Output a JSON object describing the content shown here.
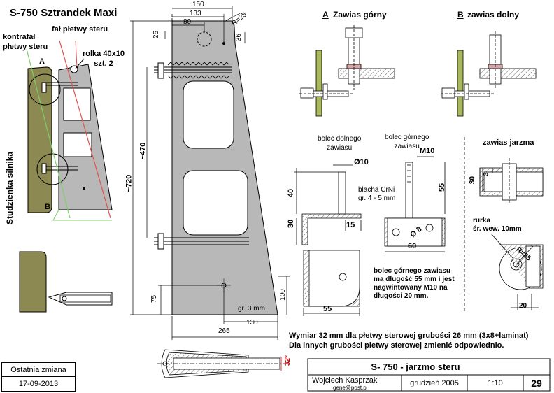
{
  "main_view": {
    "title": "S-750 Sztrandek Maxi",
    "label_kontrafal": "kontrafał\npłetwy steru",
    "label_fal": "fał płetwy steru",
    "label_rolka": "rolka 40x10\nszt. 2",
    "label_a": "A",
    "label_b": "B",
    "label_studzienka": "Studzienka silnika"
  },
  "plate": {
    "dim_150": "150",
    "dim_133": "133",
    "dim_80": "80",
    "dim_r25": "R=25",
    "dim_25": "25",
    "dim_36": "36",
    "dim_470": "~470",
    "dim_720": "~720",
    "dim_75": "75",
    "dim_100": "100",
    "dim_130": "130",
    "dim_265": "265",
    "thickness": "gr. 3 mm"
  },
  "hinges": {
    "upper_title_letter": "A",
    "upper_title": "Zawias górny",
    "lower_title_letter": "B",
    "lower_title": "zawias dolny",
    "bolt_lower_label": "bolec dolnego\nzawiasu",
    "bolt_upper_label": "bolec górnego\nzawiasu",
    "dim_d10": "Ø10",
    "dim_m10": "M10",
    "dim_40": "40",
    "dim_30": "30",
    "dim_15": "15",
    "dim_55_v": "55",
    "dim_60": "60",
    "dim_d8": "Ø 8",
    "dim_55_h": "55",
    "sheet_label": "blacha CrNi\ngr. 4 - 5 mm",
    "note_upper_bolt": "bolec górnego zawiasu\nma długość 55 mm i jest\nnagwintowany M10 na\ndługości 20 mm."
  },
  "yoke": {
    "title": "zawias jarzma",
    "dim_30": "30",
    "dim_3": "3",
    "tube_label": "rurka\nśr. wew. 10mm",
    "dim_r35": "R=35",
    "dim_20": "20"
  },
  "notes": {
    "line1": "Wymiar 32 mm dla płetwy sterowej grubości 26 mm (3x8+laminat)",
    "line2": "Dla innych grubości płetwy sterowej zmienić odpowiednio.",
    "dim_32": "32°"
  },
  "title_block": {
    "last_change_label": "Ostatnia zmiana",
    "last_change_date": "17-09-2013",
    "drawing_title": "S- 750 - jarzmo steru",
    "author": "Wojciech Kasprzak",
    "email": "gene@post.pl",
    "date": "grudzień 2005",
    "scale": "1:10",
    "sheet_no": "29"
  },
  "colors": {
    "plate_gray": "#b8b8b8",
    "hull_olive": "#8c8a52",
    "washer_green": "#a9b85a",
    "fal_red": "#e05050",
    "kontrafal_green": "#7ccf6a",
    "dim_red": "#d00000"
  }
}
